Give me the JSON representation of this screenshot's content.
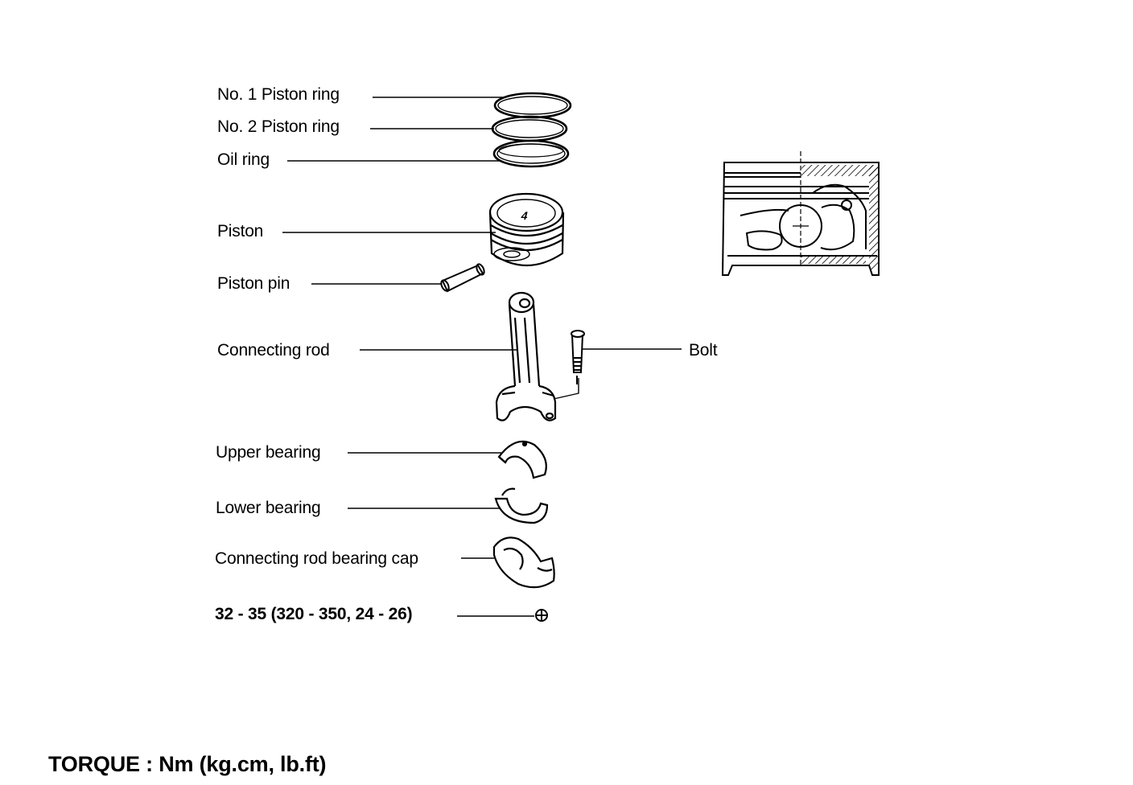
{
  "labels": {
    "no1_ring": "No. 1 Piston ring",
    "no2_ring": "No. 2 Piston ring",
    "oil_ring": "Oil ring",
    "piston": "Piston",
    "piston_pin": "Piston pin",
    "connecting_rod": "Connecting rod",
    "bolt": "Bolt",
    "upper_bearing": "Upper bearing",
    "lower_bearing": "Lower bearing",
    "bearing_cap": "Connecting rod bearing cap",
    "torque_spec": "32 - 35 (320 - 350, 24 - 26)"
  },
  "torque_note": "TORQUE : Nm (kg.cm, lb.ft)",
  "piston_mark": "4"
}
